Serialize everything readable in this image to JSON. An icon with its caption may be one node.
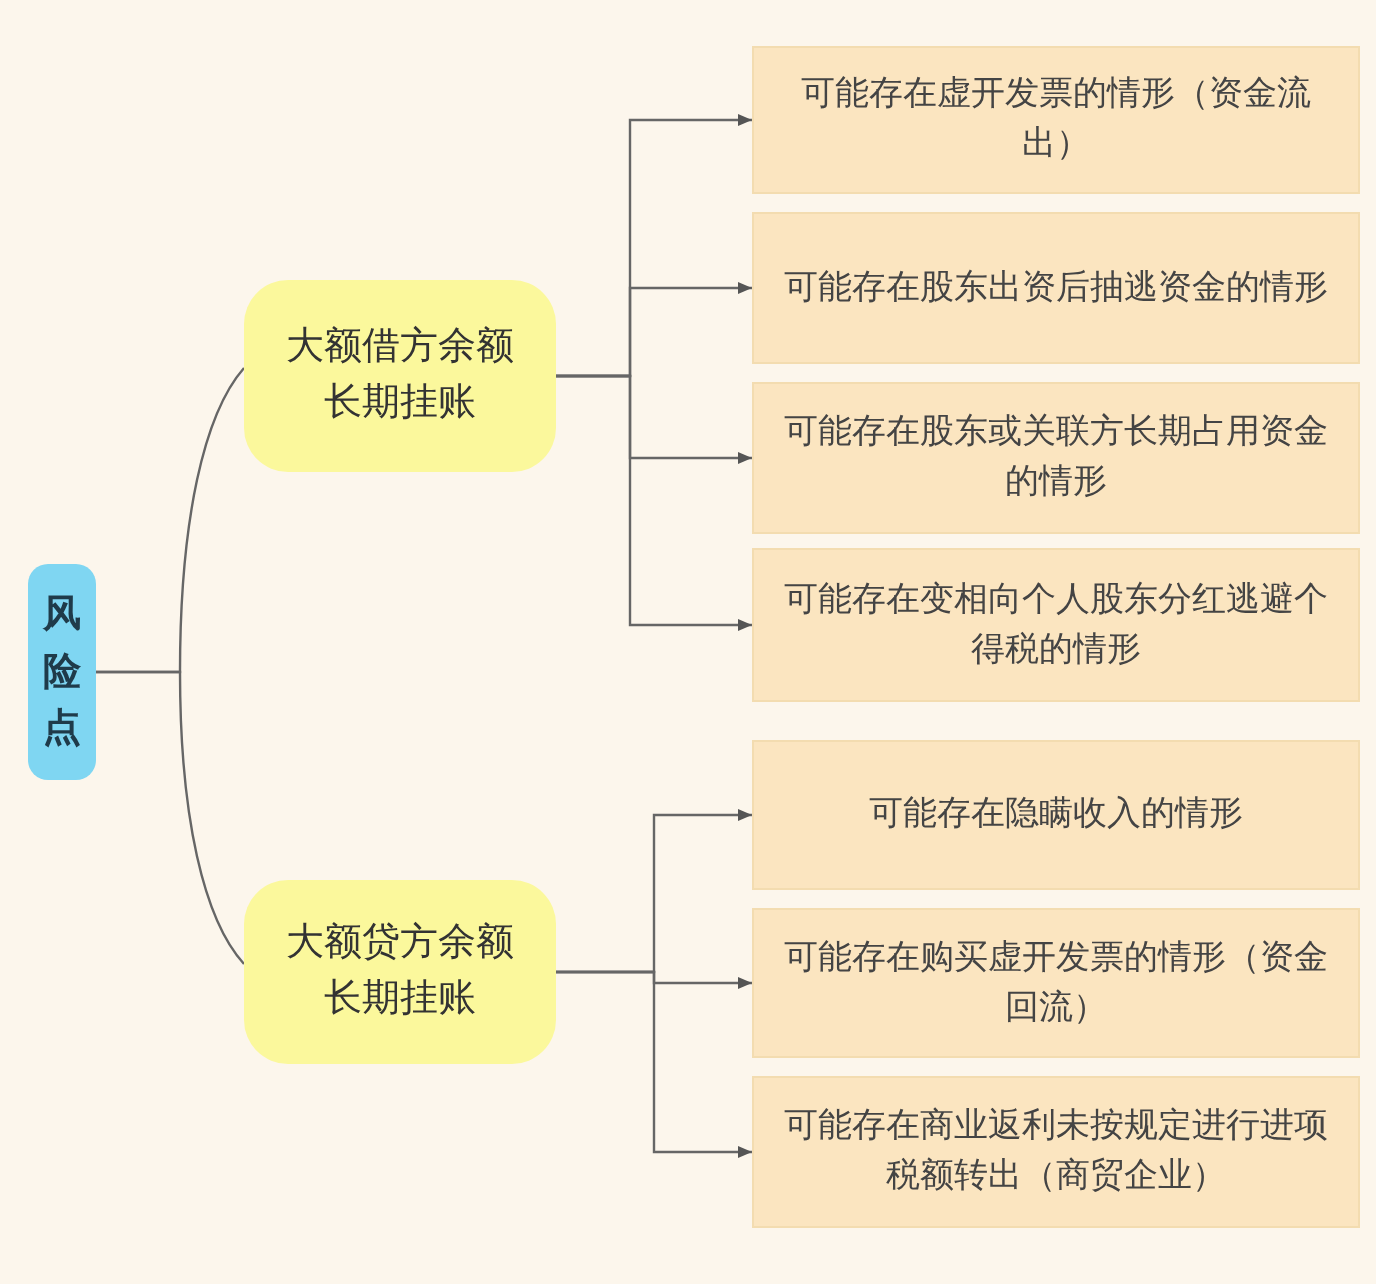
{
  "diagram": {
    "nodes": [
      {
        "text": [
          "风险点"
        ]
      },
      {
        "text": [
          "大额借方余额长期挂账"
        ]
      },
      {
        "text": [
          "可能存在虚开发票的情形（资金流出）"
        ]
      },
      {
        "text": [
          "可能存在股东出资后抽逃资金的情形"
        ]
      },
      {
        "text": [
          "可能存在股东或关联方长期占用资金的情形"
        ]
      },
      {
        "text": [
          "可能存在变相向个人股东分红逃避个得税的情形"
        ]
      },
      {
        "text": [
          "大额贷方余额长期挂账"
        ]
      },
      {
        "text": [
          "可能存在隐瞒收入的情形"
        ]
      },
      {
        "text": [
          "可能存在购买虚开发票的情形（资金回流）"
        ]
      },
      {
        "text": [
          "可能存在商业返利未按规定进行进项税额转出（商贸企业）"
        ]
      }
    ],
    "edges": [
      {
        "from": 0,
        "to": 1,
        "arrow": "none"
      },
      {
        "from": 0,
        "to": 6,
        "arrow": "none"
      },
      {
        "from": 1,
        "to": 2,
        "arrow": "to"
      },
      {
        "from": 1,
        "to": 3,
        "arrow": "to"
      },
      {
        "from": 1,
        "to": 4,
        "arrow": "to"
      },
      {
        "from": 1,
        "to": 5,
        "arrow": "to"
      },
      {
        "from": 6,
        "to": 7,
        "arrow": "to"
      },
      {
        "from": 6,
        "to": 8,
        "arrow": "to"
      },
      {
        "from": 6,
        "to": 9,
        "arrow": "to"
      }
    ]
  }
}
